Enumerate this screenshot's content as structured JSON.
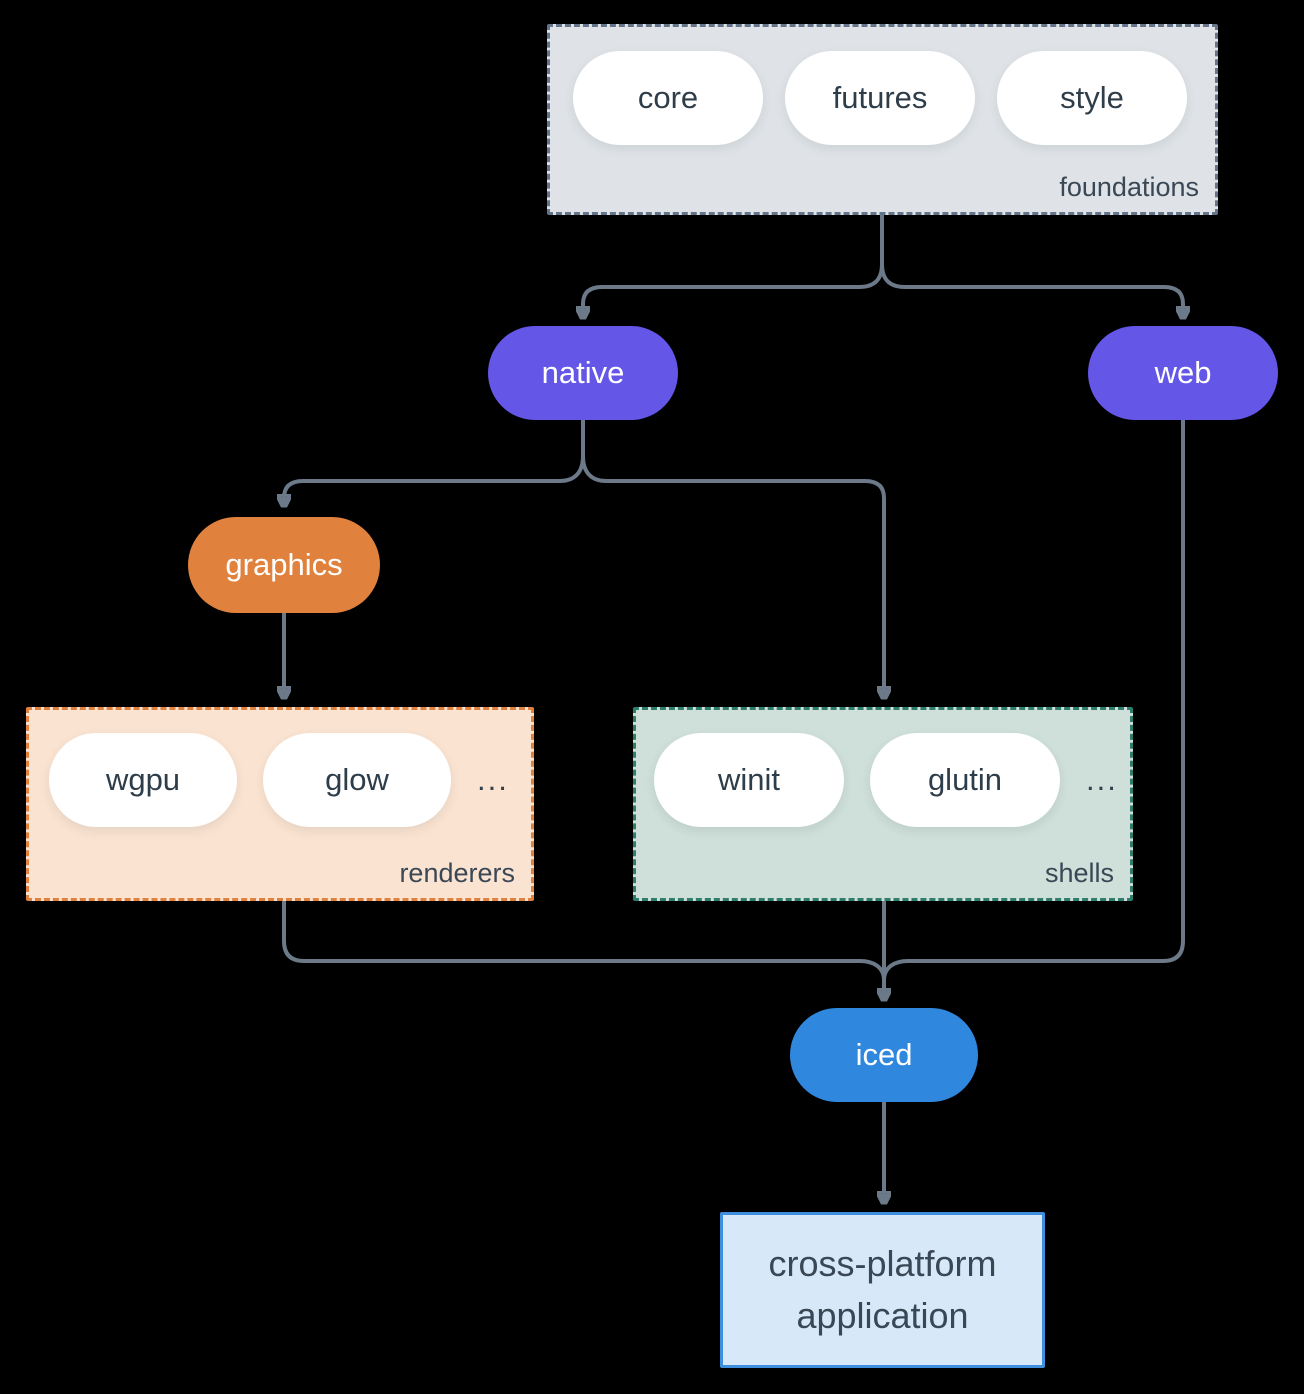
{
  "diagram": {
    "background": "#000000",
    "connector_color": "#6b7988",
    "groups": {
      "foundations": {
        "label": "foundations",
        "fill": "#dfe3e7",
        "border": "#64748b",
        "items": [
          "core",
          "futures",
          "style"
        ]
      },
      "renderers": {
        "label": "renderers",
        "fill": "#fbe3d1",
        "border": "#e0813d",
        "items": [
          "wgpu",
          "glow"
        ],
        "ellipsis": "..."
      },
      "shells": {
        "label": "shells",
        "fill": "#cfdfd9",
        "border": "#2f7d6d",
        "items": [
          "winit",
          "glutin"
        ],
        "ellipsis": "..."
      }
    },
    "nodes": {
      "native": {
        "label": "native",
        "fill": "#6456e7",
        "text": "#ffffff"
      },
      "web": {
        "label": "web",
        "fill": "#6456e7",
        "text": "#ffffff"
      },
      "graphics": {
        "label": "graphics",
        "fill": "#e0813d",
        "text": "#ffffff"
      },
      "iced": {
        "label": "iced",
        "fill": "#2f88de",
        "text": "#ffffff"
      },
      "application": {
        "label": "cross-platform application",
        "fill": "#d7e9f8",
        "border": "#3f8fdf"
      }
    }
  }
}
